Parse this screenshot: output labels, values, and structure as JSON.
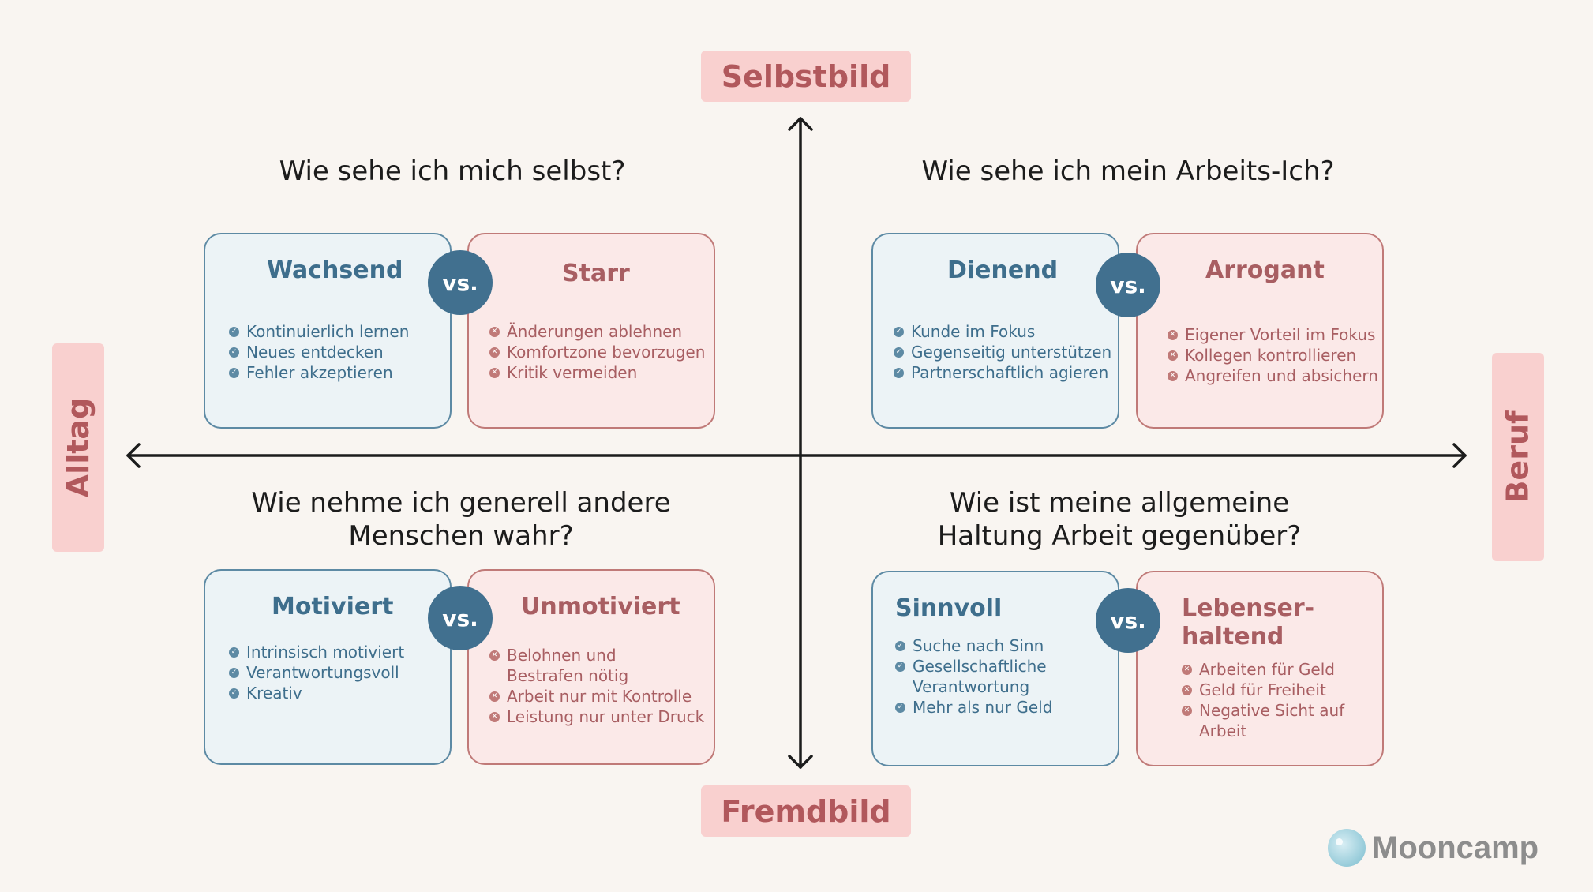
{
  "axes": {
    "top": "Selbstbild",
    "bottom": "Fremdbild",
    "left": "Alltag",
    "right": "Beruf"
  },
  "vs_label": "vs.",
  "quadrants": [
    {
      "question": "Wie sehe ich mich selbst?",
      "positive": {
        "title": "Wachsend",
        "items": [
          "Kontinuierlich lernen",
          "Neues entdecken",
          "Fehler akzeptieren"
        ]
      },
      "negative": {
        "title": "Starr",
        "items": [
          "Änderungen ablehnen",
          "Komfortzone bevorzugen",
          "Kritik vermeiden"
        ]
      }
    },
    {
      "question": "Wie sehe ich mein Arbeits-Ich?",
      "positive": {
        "title": "Dienend",
        "items": [
          "Kunde im Fokus",
          "Gegenseitig unterstützen",
          "Partnerschaftlich agieren"
        ]
      },
      "negative": {
        "title": "Arrogant",
        "items": [
          "Eigener Vorteil im Fokus",
          "Kollegen kontrollieren",
          "Angreifen und absichern"
        ]
      }
    },
    {
      "question_line1": "Wie nehme ich generell andere",
      "question_line2": "Menschen wahr?",
      "positive": {
        "title": "Motiviert",
        "items": [
          "Intrinsisch motiviert",
          "Verantwortungsvoll",
          "Kreativ"
        ]
      },
      "negative": {
        "title": "Unmotiviert",
        "items": [
          "Belohnen und",
          "Bestrafen nötig",
          "Arbeit nur mit Kontrolle",
          "Leistung nur unter Druck"
        ]
      }
    },
    {
      "question_line1": "Wie ist meine allgemeine",
      "question_line2": "Haltung Arbeit gegenüber?",
      "positive": {
        "title": "Sinnvoll",
        "items": [
          "Suche nach Sinn",
          "Gesellschaftliche",
          "Verantwortung",
          "Mehr als nur Geld"
        ]
      },
      "negative": {
        "title_line1": "Lebenser-",
        "title_line2": "haltend",
        "items": [
          "Arbeiten für Geld",
          "Geld für Freiheit",
          "Negative Sicht auf",
          "Arbeit"
        ]
      }
    }
  ],
  "logo": {
    "text": "Mooncamp"
  },
  "colors": {
    "background": "#f9f5f1",
    "positive_accent": "#41708f",
    "negative_accent": "#a85e62",
    "axis_label_bg": "#f9d0cf"
  }
}
